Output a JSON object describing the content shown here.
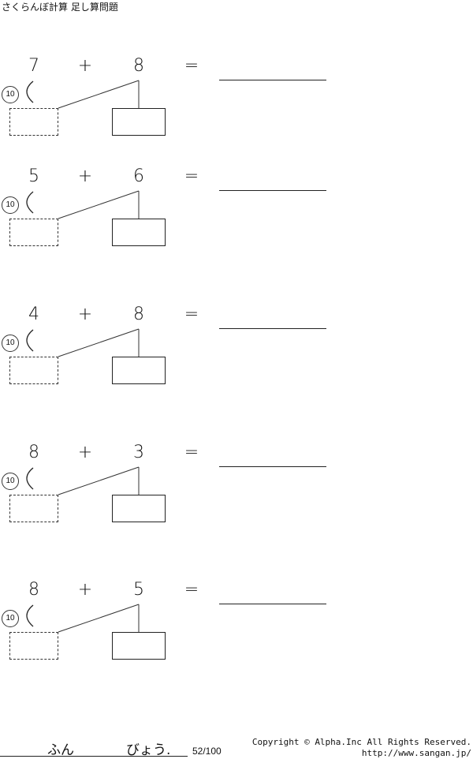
{
  "title": "さくらんぼ計算 足し算問題",
  "ten_label": "10",
  "operator": "+",
  "equals": "=",
  "problems": [
    {
      "a": "7",
      "b": "8"
    },
    {
      "a": "5",
      "b": "6"
    },
    {
      "a": "4",
      "b": "8"
    },
    {
      "a": "8",
      "b": "3"
    },
    {
      "a": "8",
      "b": "5"
    }
  ],
  "footer": {
    "minutes": "ふん",
    "seconds": "びょう.",
    "score": "52/100",
    "copyright": "Copyright ©  Alpha.Inc All Rights Reserved.",
    "url": "http://www.sangan.jp/"
  }
}
